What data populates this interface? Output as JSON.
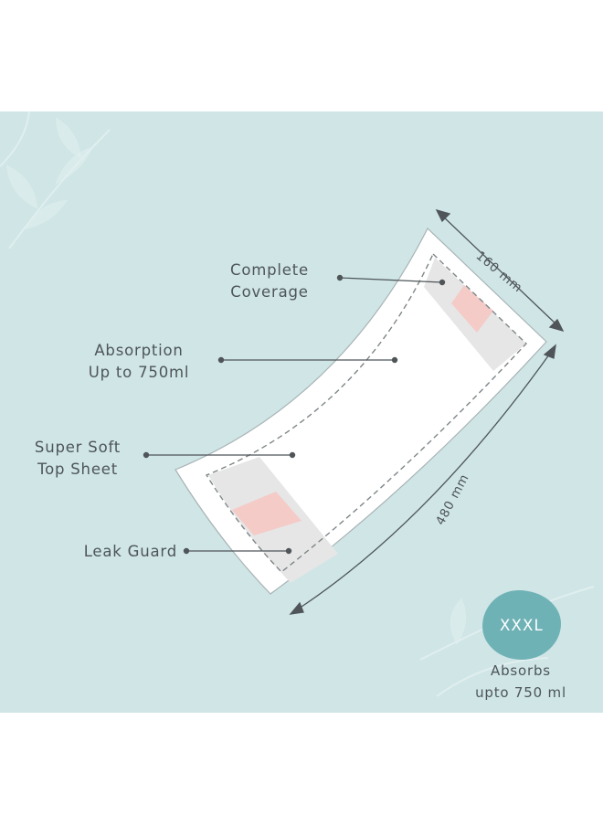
{
  "labels": {
    "complete_coverage": [
      "Complete",
      "Coverage"
    ],
    "absorption": [
      "Absorption",
      "Up to 750ml"
    ],
    "top_sheet": [
      "Super Soft",
      "Top Sheet"
    ],
    "leak_guard": "Leak Guard"
  },
  "dimensions": {
    "width": "160 mm",
    "length": "480 mm"
  },
  "size_badge": "XXXL",
  "absorbs": [
    "Absorbs",
    "upto 750 ml"
  ],
  "colors": {
    "background": "#cfe5e6",
    "badge": "#6fb2b6",
    "pad": "#ffffff",
    "leak_guard_zone": "#e6e6e6",
    "pink_zone": "#f4cbc7",
    "text": "#4f5559"
  }
}
